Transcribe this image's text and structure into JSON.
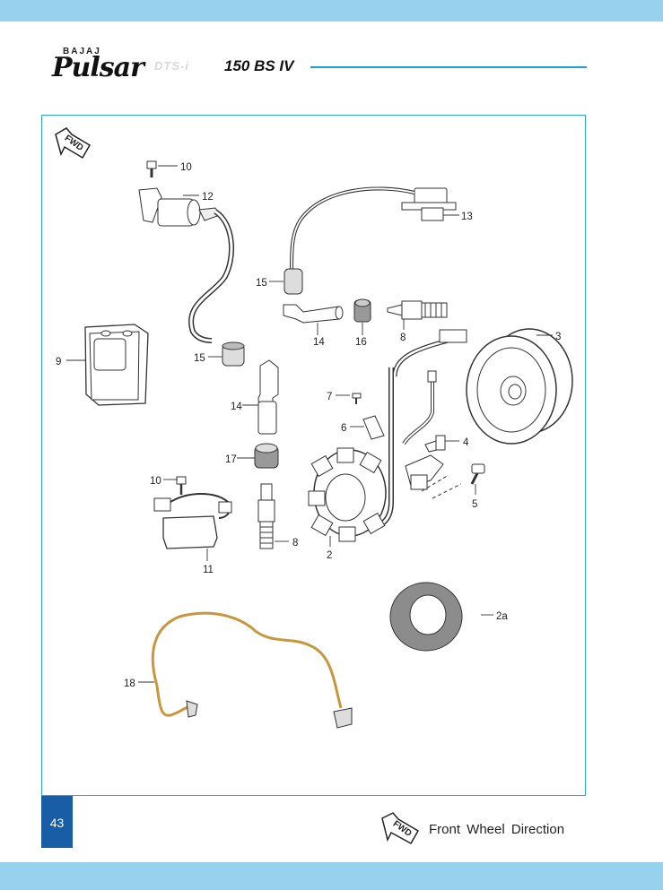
{
  "header": {
    "brand": "BAJAJ",
    "model_script": "Pulsar",
    "model_suffix": "DTS-i",
    "model_variant": "150 BS IV"
  },
  "diagram": {
    "fwd_label": "FWD",
    "callouts": [
      "10",
      "12",
      "13",
      "15",
      "14",
      "16",
      "8",
      "3",
      "9",
      "15",
      "7",
      "14",
      "6",
      "4",
      "17",
      "10",
      "5",
      "2",
      "8",
      "11",
      "2a",
      "18"
    ]
  },
  "footer": {
    "page_number": "43",
    "legend_label": "FWD",
    "legend_text": "Front Wheel Direction"
  },
  "colors": {
    "band": "#96d2ee",
    "frame_border": "#29a6d6",
    "page_box": "#1a5da7",
    "stator_coil": "#b5272b",
    "harness_wire": "#c8963c"
  }
}
